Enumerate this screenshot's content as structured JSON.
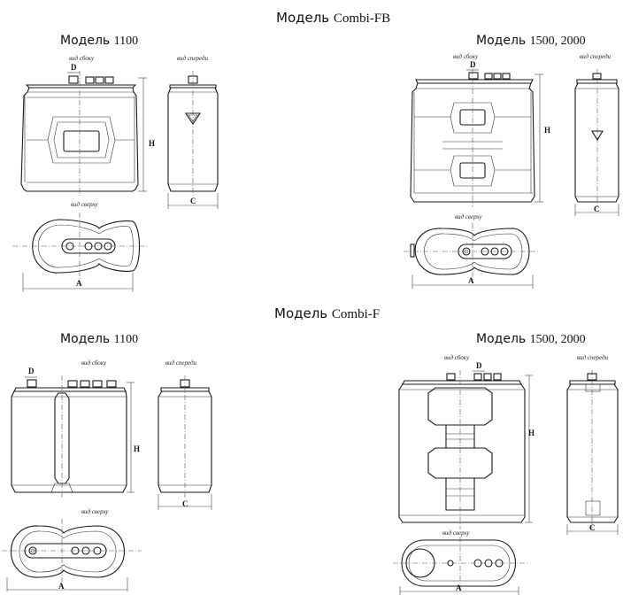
{
  "headings": {
    "combi_fb": {
      "prefix": "Модель ",
      "name": "Combi-FB"
    },
    "combi_f": {
      "prefix": "Модель ",
      "name": "Combi-F"
    }
  },
  "models": {
    "fb_small": {
      "prefix": "Модель ",
      "number": "1100"
    },
    "fb_large": {
      "prefix": "Модель ",
      "number": "1500, 2000"
    },
    "f_small": {
      "prefix": "Модель ",
      "number": "1100"
    },
    "f_large": {
      "prefix": "Модель ",
      "number": "1500, 2000"
    }
  },
  "views": {
    "side": "вид сбоку",
    "front": "вид спереди",
    "top": "вид сверху"
  },
  "dims": {
    "d": "D",
    "h": "H",
    "c": "C",
    "a": "A"
  }
}
